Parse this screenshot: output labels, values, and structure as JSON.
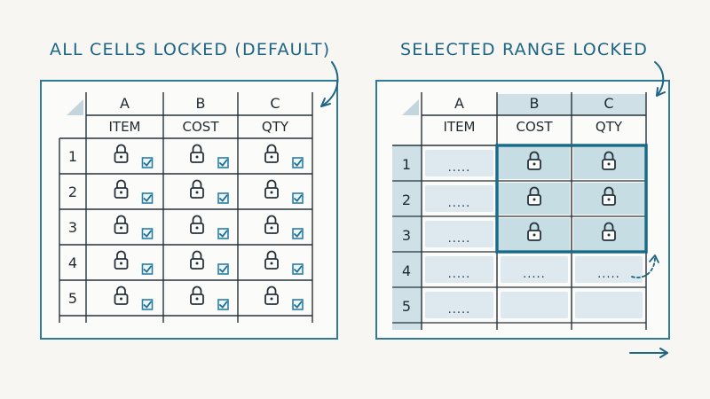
{
  "left_panel": {
    "title": "ALL CELLS LOCKED (DEFAULT)",
    "columns": [
      "A",
      "B",
      "C"
    ],
    "headers": [
      "ITEM",
      "COST",
      "QTY"
    ],
    "rows": [
      "1",
      "2",
      "3",
      "4",
      "5"
    ],
    "cell_icons": [
      "lock-icon",
      "checked-checkbox-icon"
    ]
  },
  "right_panel": {
    "title": "SELECTED RANGE LOCKED",
    "columns": [
      "A",
      "B",
      "C"
    ],
    "headers": [
      "ITEM",
      "COST",
      "QTY"
    ],
    "rows": [
      "1",
      "2",
      "3",
      "4",
      "5"
    ],
    "locked_rows": [
      "1",
      "2",
      "3"
    ],
    "locked_columns": [
      "B",
      "C"
    ],
    "placeholder": ".....",
    "cell_icons": [
      "lock-icon"
    ]
  },
  "colors": {
    "accent": "#1c6584",
    "frame": "#2f7a96",
    "selection_fill": "#c6dde4",
    "unlocked_fill": "#dde9ee",
    "header_shade": "#cfe0e7",
    "checkbox": "#2a7fa6"
  }
}
